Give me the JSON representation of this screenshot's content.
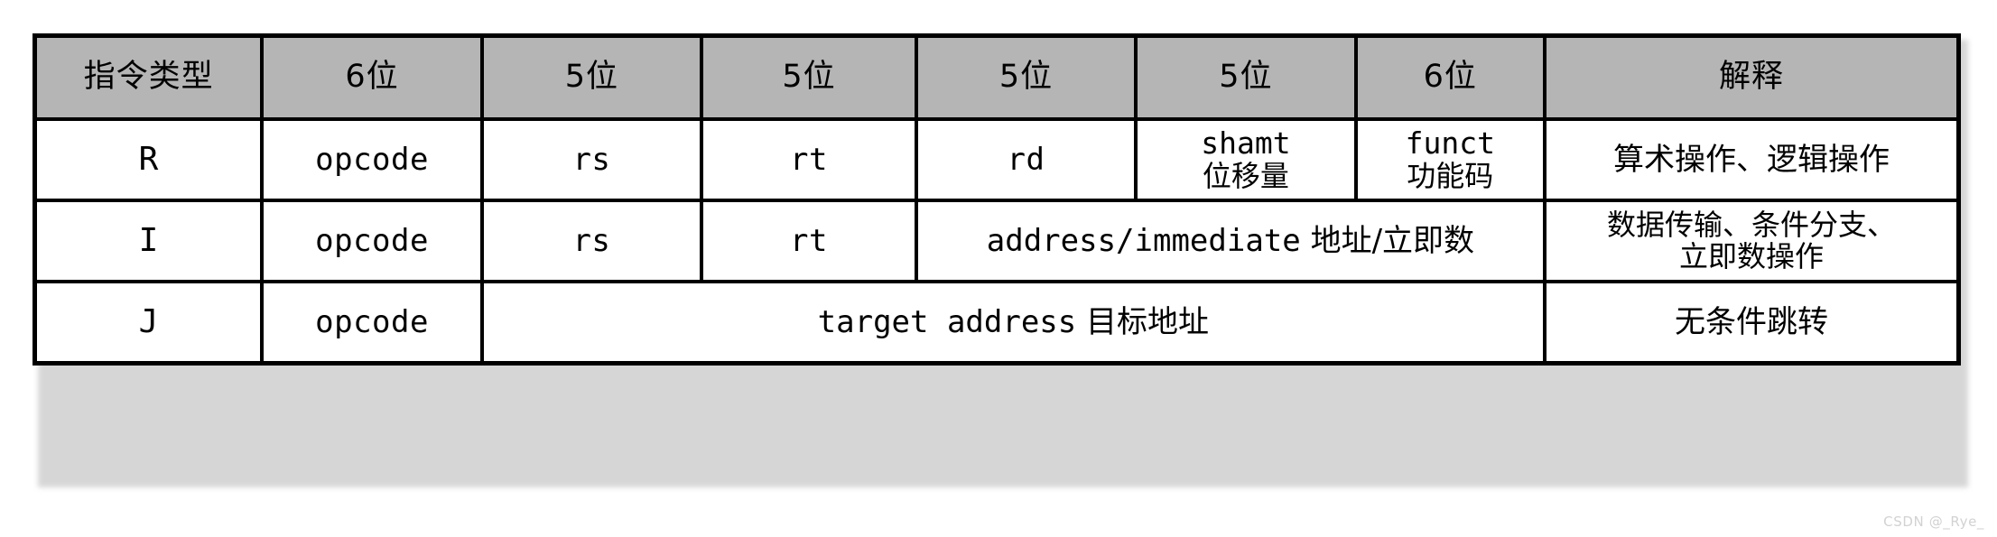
{
  "table": {
    "headers": [
      "指令类型",
      "6位",
      "5位",
      "5位",
      "5位",
      "5位",
      "6位",
      "解释"
    ],
    "rows": [
      {
        "type": "R",
        "opcode": "opcode",
        "rs": "rs",
        "rt": "rt",
        "rd": "rd",
        "shamt_en": "shamt",
        "shamt_cn": "位移量",
        "funct_en": "funct",
        "funct_cn": "功能码",
        "explain": "算术操作、逻辑操作"
      },
      {
        "type": "I",
        "opcode": "opcode",
        "rs": "rs",
        "rt": "rt",
        "immediate_en": "address/immediate",
        "immediate_cn": "地址/立即数",
        "explain_line1": "数据传输、条件分支、",
        "explain_line2": "立即数操作"
      },
      {
        "type": "J",
        "opcode": "opcode",
        "target_en": "target address",
        "target_cn": "目标地址",
        "explain": "无条件跳转"
      }
    ]
  },
  "watermark": {
    "text": "CSDN @_Rye_"
  },
  "colors": {
    "header_fill": "#b5b5b5",
    "body_fill": "#ffffff",
    "border": "#000000",
    "text": "#000000",
    "watermark": "#d2d2d2",
    "page_background": "#ffffff"
  }
}
